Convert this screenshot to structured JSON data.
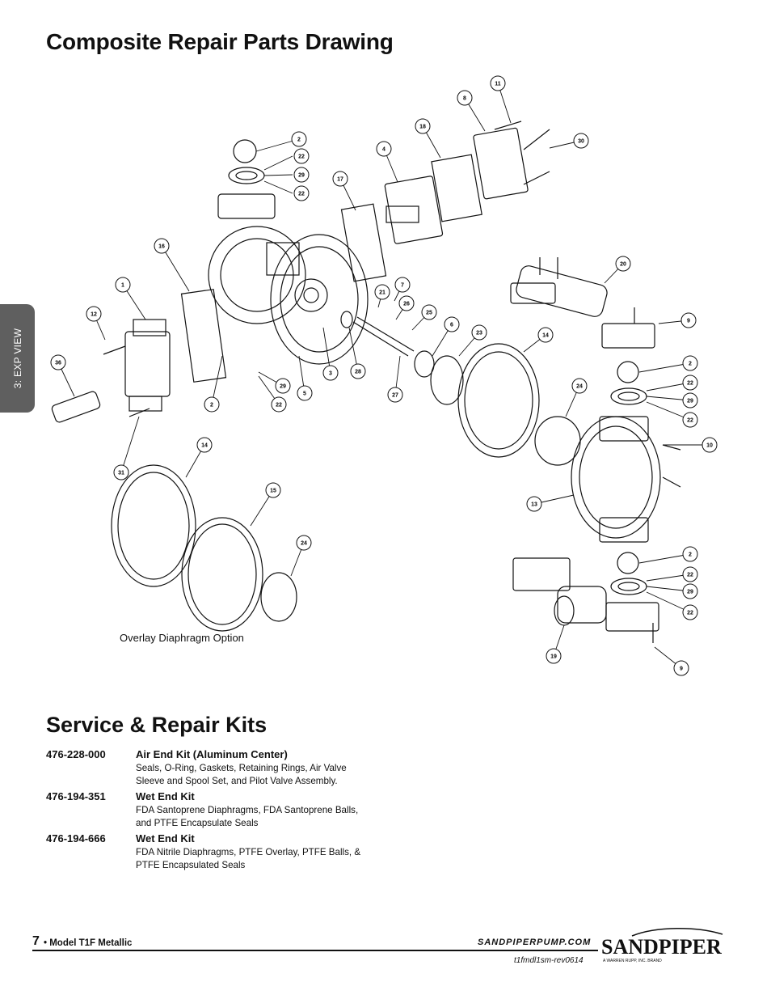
{
  "page": {
    "title": "Composite Repair Parts Drawing",
    "side_tab": "3: EXP VIEW",
    "caption": "Overlay Diaphragm Option"
  },
  "callouts": [
    "2",
    "22",
    "29",
    "22",
    "16",
    "1",
    "12",
    "36",
    "31",
    "17",
    "4",
    "18",
    "8",
    "11",
    "30",
    "20",
    "9",
    "7",
    "21",
    "26",
    "25",
    "6",
    "23",
    "14",
    "24",
    "10",
    "13",
    "3",
    "28",
    "5",
    "27",
    "2",
    "29",
    "22",
    "2",
    "22",
    "29",
    "22",
    "15",
    "14",
    "24",
    "2",
    "22",
    "29",
    "22",
    "19",
    "9"
  ],
  "kits_section": {
    "title": "Service & Repair Kits",
    "items": [
      {
        "part_number": "476-228-000",
        "name": "Air End Kit (Aluminum Center)",
        "desc_lines": [
          "Seals, O-Ring, Gaskets, Retaining Rings, Air Valve",
          "Sleeve and Spool Set, and Pilot Valve Assembly."
        ]
      },
      {
        "part_number": "476-194-351",
        "name": "Wet End Kit",
        "desc_lines": [
          "FDA Santoprene Diaphragms, FDA Santoprene Balls,",
          "and PTFE Encapsulate Seals"
        ]
      },
      {
        "part_number": "476-194-666",
        "name": "Wet End Kit",
        "desc_lines": [
          "FDA Nitrile Diaphragms, PTFE Overlay, PTFE Balls, &",
          "PTFE Encapsulated Seals"
        ]
      }
    ]
  },
  "footer": {
    "page_number": "7",
    "model": "• Model T1F Metallic",
    "url": "SANDPIPERPUMP.COM",
    "revision": "t1fmdl1sm-rev0614",
    "logo_text": "SANDPIPER",
    "logo_sub": "A WARREN RUPP, INC. BRAND"
  }
}
